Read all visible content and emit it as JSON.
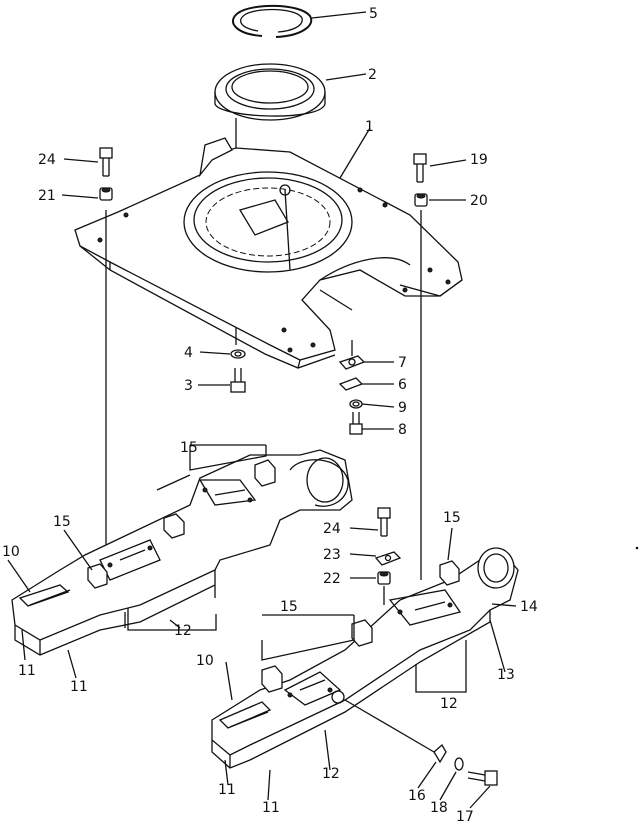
{
  "diagram": {
    "labels": [
      {
        "id": "l5",
        "text": "5"
      },
      {
        "id": "l2",
        "text": "2"
      },
      {
        "id": "l1",
        "text": "1"
      },
      {
        "id": "l24a",
        "text": "24"
      },
      {
        "id": "l19",
        "text": "19"
      },
      {
        "id": "l21",
        "text": "21"
      },
      {
        "id": "l20",
        "text": "20"
      },
      {
        "id": "l4",
        "text": "4"
      },
      {
        "id": "l3",
        "text": "3"
      },
      {
        "id": "l7",
        "text": "7"
      },
      {
        "id": "l6",
        "text": "6"
      },
      {
        "id": "l9",
        "text": "9"
      },
      {
        "id": "l8",
        "text": "8"
      },
      {
        "id": "l15a",
        "text": "15"
      },
      {
        "id": "l15b",
        "text": "15"
      },
      {
        "id": "l15c",
        "text": "15"
      },
      {
        "id": "l15d",
        "text": "15"
      },
      {
        "id": "l10a",
        "text": "10"
      },
      {
        "id": "l10b",
        "text": "10"
      },
      {
        "id": "l11a",
        "text": "11"
      },
      {
        "id": "l11b",
        "text": "11"
      },
      {
        "id": "l11c",
        "text": "11"
      },
      {
        "id": "l11d",
        "text": "11"
      },
      {
        "id": "l12a",
        "text": "12"
      },
      {
        "id": "l12b",
        "text": "12"
      },
      {
        "id": "l12c",
        "text": "12"
      },
      {
        "id": "l24b",
        "text": "24"
      },
      {
        "id": "l23",
        "text": "23"
      },
      {
        "id": "l22",
        "text": "22"
      },
      {
        "id": "l14",
        "text": "14"
      },
      {
        "id": "l13",
        "text": "13"
      },
      {
        "id": "l16",
        "text": "16"
      },
      {
        "id": "l18",
        "text": "18"
      },
      {
        "id": "l17",
        "text": "17"
      }
    ]
  }
}
